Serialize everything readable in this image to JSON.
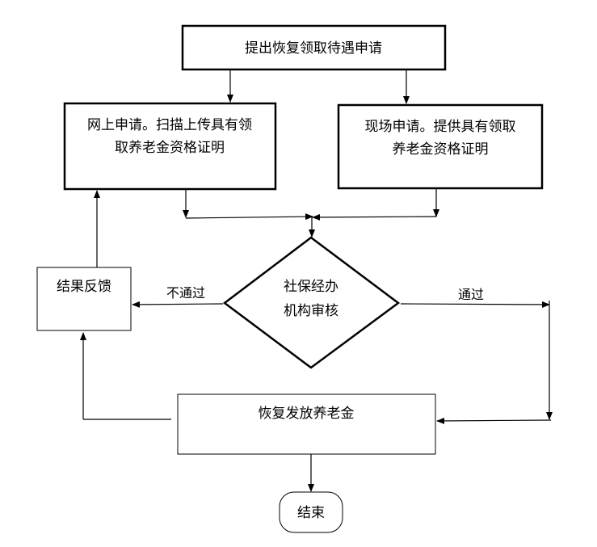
{
  "flowchart": {
    "start_box": "提出恢复领取待遇申请",
    "online_box_line1": "网上申请。扫描上传具有领",
    "online_box_line2": "取养老金资格证明",
    "onsite_box_line1": "现场申请。提供具有领取",
    "onsite_box_line2": "养老金资格证明",
    "review_line1": "社保经办",
    "review_line2": "机构审核",
    "fail_label": "不通过",
    "pass_label": "通过",
    "feedback_box": "结果反馈",
    "payout_box": "恢复发放养老金",
    "end_box": "结束"
  },
  "colors": {
    "line": "#000000",
    "fill": "#ffffff"
  }
}
